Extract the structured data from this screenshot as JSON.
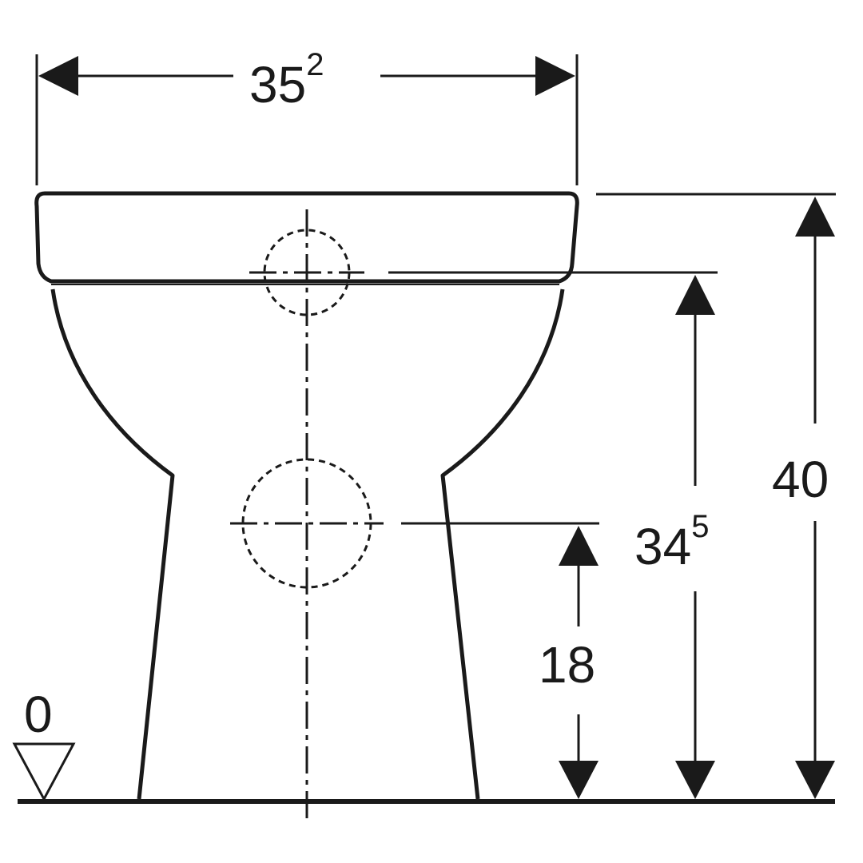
{
  "dimensions": {
    "width": {
      "base": "35",
      "sup": "2"
    },
    "total_height": {
      "base": "40"
    },
    "inlet_height": {
      "base": "34",
      "sup": "5"
    },
    "outlet_height": {
      "base": "18"
    },
    "floor_level": {
      "base": "0"
    }
  },
  "colors": {
    "line": "#1a1a1a",
    "background": "#ffffff"
  }
}
